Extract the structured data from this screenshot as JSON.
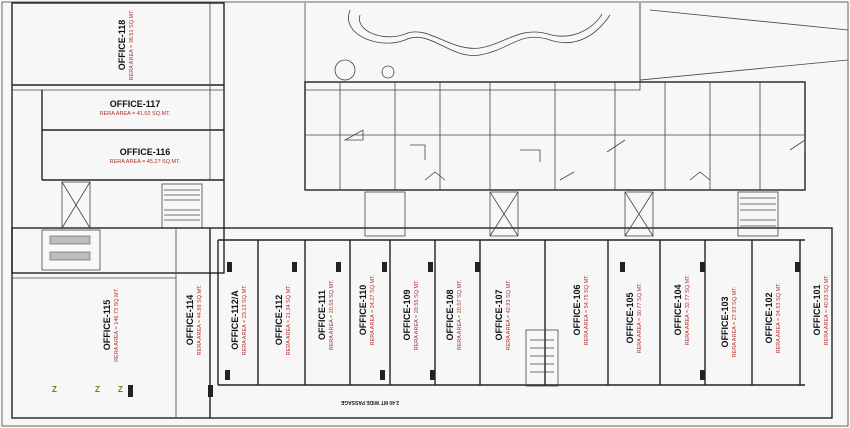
{
  "offices": [
    {
      "id": "118",
      "name": "OFFICE-118",
      "area": "RERA AREA = 38.51 SQ.MT."
    },
    {
      "id": "117",
      "name": "OFFICE-117",
      "area": "RERA AREA = 41.02 SQ.MT."
    },
    {
      "id": "116",
      "name": "OFFICE-116",
      "area": "RERA AREA = 45.27 SQ.MT."
    },
    {
      "id": "115",
      "name": "OFFICE-115",
      "area": "RERA AREA = 146.73 SQ.MT."
    },
    {
      "id": "114",
      "name": "OFFICE-114",
      "area": "RERA AREA = 44.98 SQ.MT."
    },
    {
      "id": "112a",
      "name": "OFFICE-112/A",
      "area": "RERA AREA = 23.13 SQ.MT."
    },
    {
      "id": "112",
      "name": "OFFICE-112",
      "area": "RERA AREA = 21.34 SQ.MT."
    },
    {
      "id": "111",
      "name": "OFFICE-111",
      "area": "RERA AREA = 20.55 SQ.MT."
    },
    {
      "id": "110",
      "name": "OFFICE-110",
      "area": "RERA AREA = 24.27 SQ.MT."
    },
    {
      "id": "109",
      "name": "OFFICE-109",
      "area": "RERA AREA = 20.55 SQ.MT."
    },
    {
      "id": "108",
      "name": "OFFICE-108",
      "area": "RERA AREA = 20.57 SQ.MT."
    },
    {
      "id": "107",
      "name": "OFFICE-107",
      "area": "RERA AREA = 42.93 SQ.MT."
    },
    {
      "id": "106",
      "name": "OFFICE-106",
      "area": "RERA AREA = 54.75 SQ.MT."
    },
    {
      "id": "105",
      "name": "OFFICE-105",
      "area": "RERA AREA = 30.77 SQ.MT."
    },
    {
      "id": "104",
      "name": "OFFICE-104",
      "area": "RERA AREA = 32.77 SQ.MT."
    },
    {
      "id": "103",
      "name": "OFFICE-103",
      "area": "RERA AREA = 27.93 SQ.MT."
    },
    {
      "id": "102",
      "name": "OFFICE-102",
      "area": "RERA AREA = 24.53 SQ.MT."
    },
    {
      "id": "101",
      "name": "OFFICE-101",
      "area": "RERA AREA = 40.03 SQ.MT."
    }
  ],
  "passage_label": "2.40 MT WIDE PASSAGE",
  "plant_marks": [
    "Z",
    "Z",
    "Z"
  ]
}
